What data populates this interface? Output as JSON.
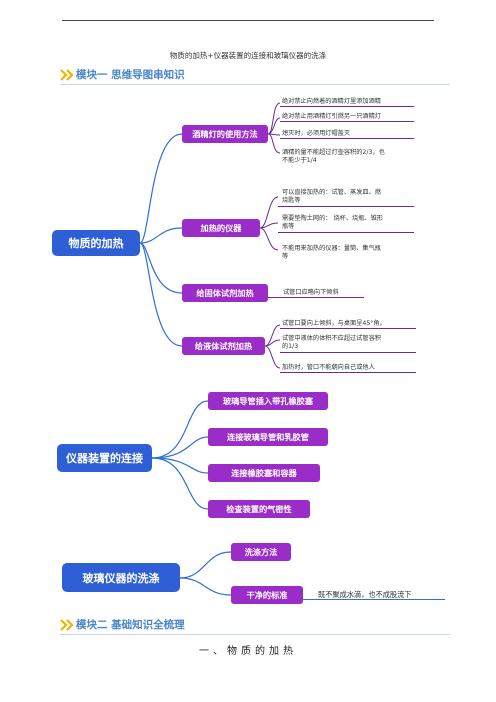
{
  "doc_title": "物质的加热+仪器装置的连接和玻璃仪器的洗涤",
  "module1": {
    "title": "模块一 思维导图串知识"
  },
  "module2": {
    "title": "模块二 基础知识全梳理"
  },
  "colors": {
    "root": "#2f5fd6",
    "branch": "#9a2cc8",
    "module_text": "#4a86c8",
    "connector": "#2f6fd6"
  },
  "map": {
    "heating": {
      "label": "物质的加热",
      "branches": [
        {
          "label": "酒精灯的使用方法",
          "leaves": [
            "绝对禁止向燃着的酒精灯里添加酒精",
            "绝对禁止用酒精灯引燃另一只酒精灯",
            "熄灭时，必须用灯帽盖灭",
            "酒精的量不能超过灯壶容积的2/3，也",
            "不能少于1/4"
          ]
        },
        {
          "label": "加热的仪器",
          "leaves": [
            "可以直接加热的：试管、蒸发皿、燃",
            "烧匙等",
            "需要垫陶土网的：  烧杯、烧瓶、锥形",
            "瓶等",
            "不能用来加热的仪器：量筒、集气瓶",
            "等"
          ]
        },
        {
          "label": "给固体试剂加热",
          "leaves": [
            "试管口应略向下倾斜"
          ]
        },
        {
          "label": "给液体试剂加热",
          "leaves": [
            "试管口要向上倾斜，与桌面呈45°角。",
            "试管中液体的体积不应超过试管容积",
            "的1/3",
            "加热时，管口不能朝向自己或他人"
          ]
        }
      ]
    },
    "connection": {
      "label": "仪器装置的连接",
      "branches": [
        "玻璃导管插入带孔橡胶塞",
        "连接玻璃导管和乳胶管",
        "连接橡胶塞和容器",
        "检查装置的气密性"
      ]
    },
    "washing": {
      "label": "玻璃仪器的洗涤",
      "branches": [
        "洗涤方法",
        "干净的标准"
      ],
      "standard_note": "既不聚成水滴，也不成股流下"
    }
  },
  "section_heading": "一、物质的加热"
}
